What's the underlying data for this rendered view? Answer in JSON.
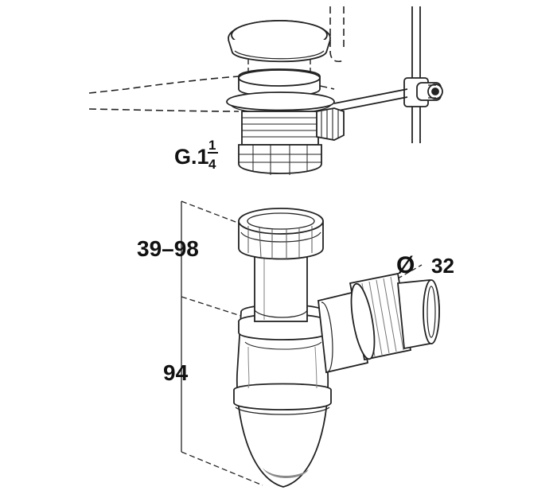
{
  "colors": {
    "line": "#222222",
    "fill": "#ffffff",
    "shade": "#cfcfcf",
    "dark": "#8a8a8a"
  },
  "labels": {
    "thread": {
      "prefix": "G.1",
      "numerator": "1",
      "denominator": "4"
    },
    "upper_height": "39–98",
    "total_height": "94",
    "diameter": {
      "symbol": "Ø",
      "value": "32"
    }
  }
}
